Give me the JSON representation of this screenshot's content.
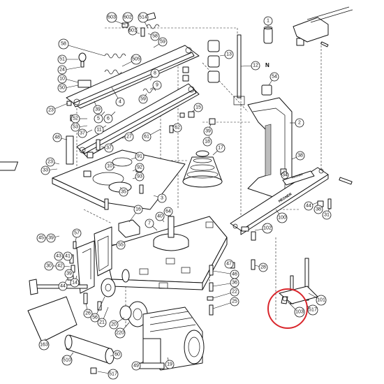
{
  "callouts": [
    {
      "id": "c603",
      "text": "603"
    },
    {
      "id": "c602",
      "text": "602"
    },
    {
      "id": "c514",
      "text": "514"
    },
    {
      "id": "c601",
      "text": "601"
    },
    {
      "id": "c58a",
      "text": "58"
    },
    {
      "id": "c59a",
      "text": "59"
    },
    {
      "id": "c58b",
      "text": "58"
    },
    {
      "id": "c51",
      "text": "51"
    },
    {
      "id": "c24",
      "text": "24"
    },
    {
      "id": "c10a",
      "text": "10"
    },
    {
      "id": "c50",
      "text": "50"
    },
    {
      "id": "c505",
      "text": "505"
    },
    {
      "id": "c8",
      "text": "8"
    },
    {
      "id": "c9",
      "text": "9"
    },
    {
      "id": "c59b",
      "text": "59"
    },
    {
      "id": "c4",
      "text": "4"
    },
    {
      "id": "c39a",
      "text": "39"
    },
    {
      "id": "c23a",
      "text": "23"
    },
    {
      "id": "c52",
      "text": "52"
    },
    {
      "id": "c53",
      "text": "53"
    },
    {
      "id": "c37a",
      "text": "37"
    },
    {
      "id": "c48",
      "text": "48"
    },
    {
      "id": "c5",
      "text": "5"
    },
    {
      "id": "c6",
      "text": "6"
    },
    {
      "id": "c11",
      "text": "11"
    },
    {
      "id": "c27",
      "text": "27"
    },
    {
      "id": "c61",
      "text": "61"
    },
    {
      "id": "c62",
      "text": "62"
    },
    {
      "id": "c15",
      "text": "15"
    },
    {
      "id": "c39b",
      "text": "39"
    },
    {
      "id": "c18",
      "text": "18"
    },
    {
      "id": "c17",
      "text": "17"
    },
    {
      "id": "c37b",
      "text": "37"
    },
    {
      "id": "c23b",
      "text": "23"
    },
    {
      "id": "c33",
      "text": "33"
    },
    {
      "id": "c91",
      "text": "91"
    },
    {
      "id": "c10b",
      "text": "10"
    },
    {
      "id": "c92",
      "text": "92"
    },
    {
      "id": "c93",
      "text": "93"
    },
    {
      "id": "c35",
      "text": "35"
    },
    {
      "id": "c3",
      "text": "3"
    },
    {
      "id": "c13",
      "text": "13"
    },
    {
      "id": "c12",
      "text": "12"
    },
    {
      "id": "c54",
      "text": "54"
    },
    {
      "id": "c1",
      "text": "1"
    },
    {
      "id": "c2",
      "text": "2"
    },
    {
      "id": "c38a",
      "text": "38"
    },
    {
      "id": "c34",
      "text": "34"
    },
    {
      "id": "c16",
      "text": "16"
    },
    {
      "id": "c64",
      "text": "64"
    },
    {
      "id": "c7",
      "text": "7"
    },
    {
      "id": "c40",
      "text": "40"
    },
    {
      "id": "c45",
      "text": "45"
    },
    {
      "id": "c39c",
      "text": "39"
    },
    {
      "id": "c44a",
      "text": "44"
    },
    {
      "id": "c38b",
      "text": "38"
    },
    {
      "id": "c31",
      "text": "31"
    },
    {
      "id": "c100",
      "text": "100"
    },
    {
      "id": "c102",
      "text": "102"
    },
    {
      "id": "c57",
      "text": "57"
    },
    {
      "id": "c55",
      "text": "55"
    },
    {
      "id": "c43",
      "text": "43"
    },
    {
      "id": "c41",
      "text": "41"
    },
    {
      "id": "c42",
      "text": "42"
    },
    {
      "id": "c30",
      "text": "30"
    },
    {
      "id": "c39d",
      "text": "39"
    },
    {
      "id": "c44b",
      "text": "44"
    },
    {
      "id": "c14",
      "text": "14"
    },
    {
      "id": "c47",
      "text": "47"
    },
    {
      "id": "c28",
      "text": "28"
    },
    {
      "id": "c46",
      "text": "46"
    },
    {
      "id": "c36",
      "text": "36"
    },
    {
      "id": "c22",
      "text": "22"
    },
    {
      "id": "c25",
      "text": "25"
    },
    {
      "id": "c26",
      "text": "26"
    },
    {
      "id": "c56",
      "text": "56"
    },
    {
      "id": "c21",
      "text": "21"
    },
    {
      "id": "c20",
      "text": "20"
    },
    {
      "id": "c220",
      "text": "220"
    },
    {
      "id": "c60",
      "text": "60"
    },
    {
      "id": "c163",
      "text": "163"
    },
    {
      "id": "c510",
      "text": "510"
    },
    {
      "id": "c49",
      "text": "49"
    },
    {
      "id": "c19",
      "text": "19"
    },
    {
      "id": "c517a",
      "text": "517"
    },
    {
      "id": "c101",
      "text": "101"
    },
    {
      "id": "c103",
      "text": "103"
    },
    {
      "id": "c517b",
      "text": "517"
    }
  ],
  "labels": {
    "n_mark": "N",
    "brand_link": "HEGNER",
    "brand_arm": "HEGNER"
  },
  "highlight": {
    "callout": "103",
    "color": "#d9262c"
  }
}
